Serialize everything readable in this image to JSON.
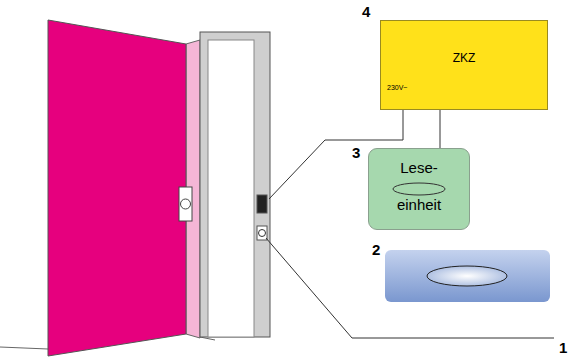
{
  "diagram": {
    "nodes": [
      {
        "text": [
          "ZKZ",
          "230V~"
        ]
      },
      {
        "text": [
          "Lese- einheit"
        ]
      }
    ],
    "edges": [
      {
        "from": 0,
        "to": 1,
        "arrow": "none"
      }
    ],
    "labels": [
      "4",
      "3",
      "2",
      "1"
    ]
  }
}
